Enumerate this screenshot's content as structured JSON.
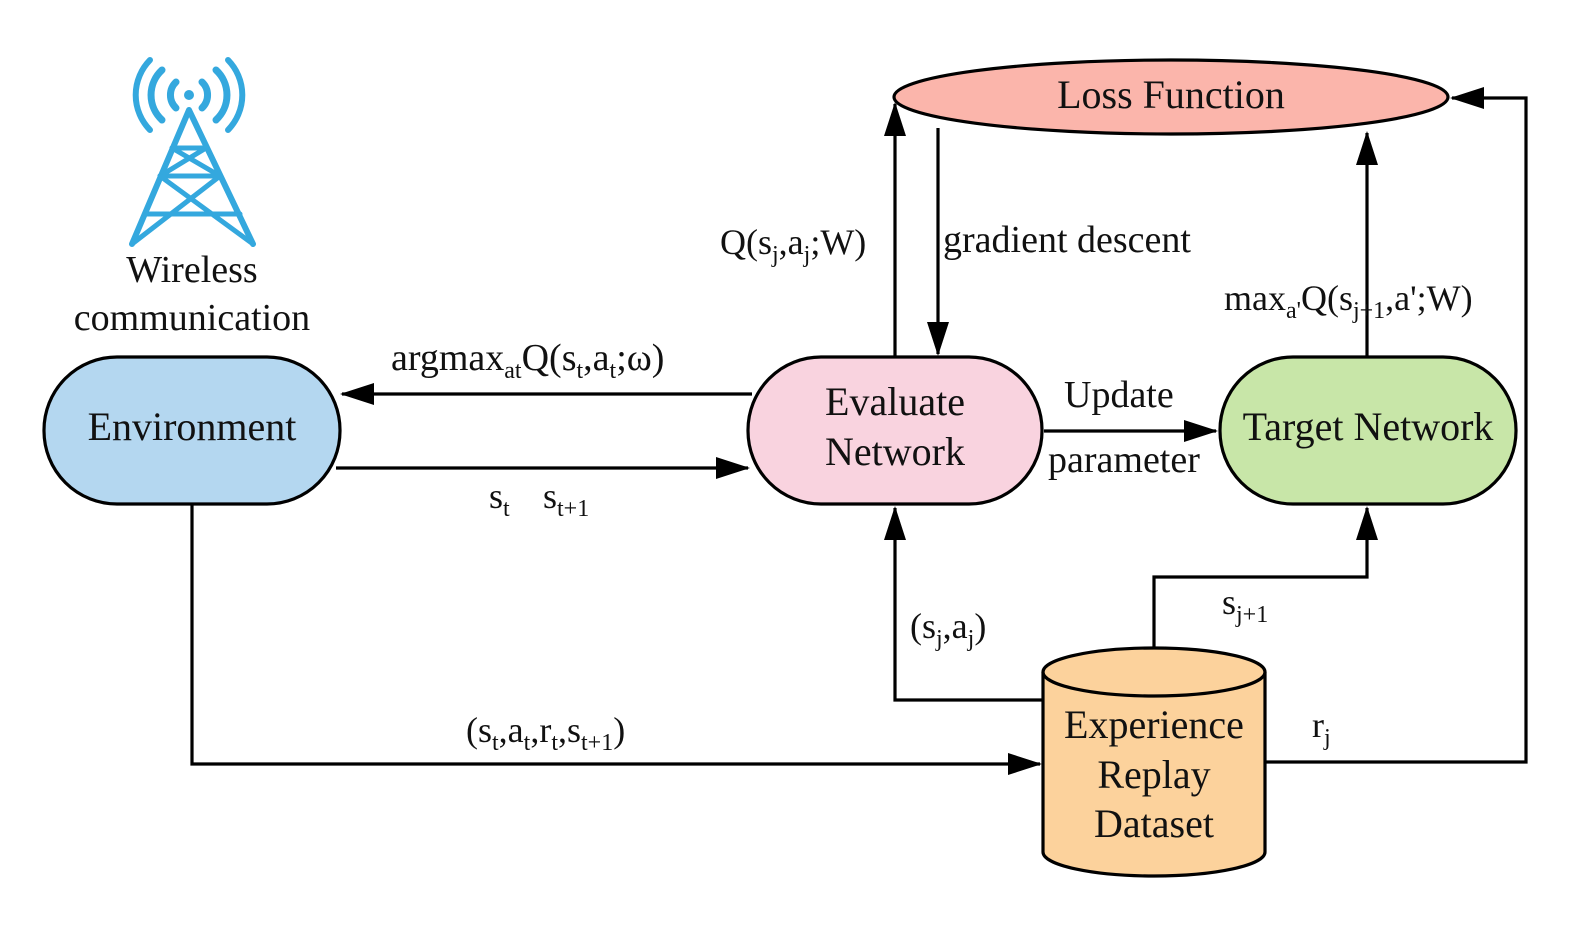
{
  "colors": {
    "environment": "#b4d7f0",
    "evaluate": "#f9d3df",
    "target": "#c8e6a8",
    "loss": "#fbb5ab",
    "replay": "#fcd29c",
    "tower": "#34a8de"
  },
  "icons": {
    "tower": "wireless-tower-icon"
  },
  "nodes": {
    "tower_label_line1": "Wireless",
    "tower_label_line2": "communication",
    "environment": "Environment",
    "evaluate_line1": "Evaluate",
    "evaluate_line2": "Network",
    "target": "Target Network",
    "loss": "Loss Function",
    "replay_line1": "Experience",
    "replay_line2": "Replay",
    "replay_line3": "Dataset"
  },
  "edges": {
    "argmax": {
      "main": "argmax",
      "sub1": "at",
      "rest": "Q(s",
      "sub2": "t",
      "mid": ",a",
      "sub3": "t",
      "end": ";ω)"
    },
    "state": {
      "s": "s",
      "sub1": "t",
      "s2": "s",
      "sub2": "t+1"
    },
    "q_eval": {
      "open": "Q(s",
      "sub1": "j",
      "mid": ",a",
      "sub2": "j",
      "end": ";W)"
    },
    "gradient": "gradient descent",
    "update_line1": "Update",
    "update_line2": "parameter",
    "max_target": {
      "main": "max",
      "sub1": "a'",
      "open": "Q(s",
      "sub2": "j+1",
      "end": ",a';W)"
    },
    "sample_sa": {
      "open": "(s",
      "sub1": "j",
      "mid": ",a",
      "sub2": "j",
      "end": ")"
    },
    "next_state": {
      "s": "s",
      "sub": "j+1"
    },
    "reward": {
      "r": "r",
      "sub": "j"
    },
    "transition": {
      "open": "(s",
      "sub1": "t",
      "a": ",a",
      "sub2": "t",
      "r": ",r",
      "sub3": "t",
      "s": ",s",
      "sub4": "t+1",
      "end": ")"
    }
  }
}
